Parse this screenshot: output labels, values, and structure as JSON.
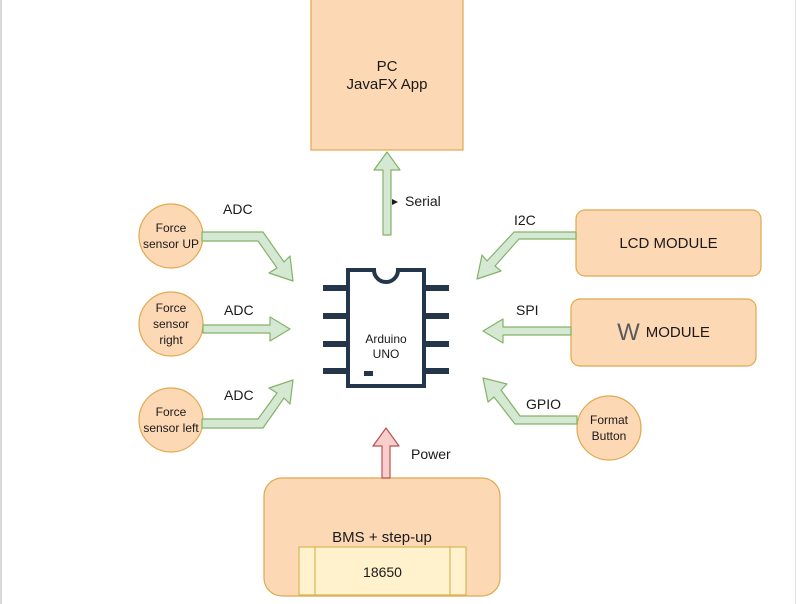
{
  "pc": {
    "line1": "PC",
    "line2": "JavaFX App"
  },
  "serial_label": "Serial",
  "i2c_label": "I2C",
  "spi_label": "SPI",
  "gpio_label": "GPIO",
  "power_label": "Power",
  "adc_labels": [
    "ADC",
    "ADC",
    "ADC"
  ],
  "lcd_module": "LCD MODULE",
  "w_module": {
    "letter": "W",
    "text": "MODULE"
  },
  "format_button": {
    "line1": "Format",
    "line2": "Button"
  },
  "force_up": {
    "line1": "Force",
    "line2": "sensor UP"
  },
  "force_right": {
    "line1": "Force",
    "line2": "sensor",
    "line3": "right"
  },
  "force_left": {
    "line1": "Force",
    "line2": "sensor left"
  },
  "chip": {
    "line1": "Arduino",
    "line2": "UNO"
  },
  "bms": "BMS + step-up",
  "battery": "18650",
  "colors": {
    "box_fill": "#fdd8b5",
    "box_stroke": "#e0a84e",
    "green_arrow_fill": "#d5e8d4",
    "green_arrow_stroke": "#82b366",
    "red_arrow_fill": "#f8cecc",
    "red_arrow_stroke": "#b85450",
    "battery_fill": "#fff2cc",
    "battery_stroke": "#d6b656",
    "chip_color": "#23364a"
  }
}
